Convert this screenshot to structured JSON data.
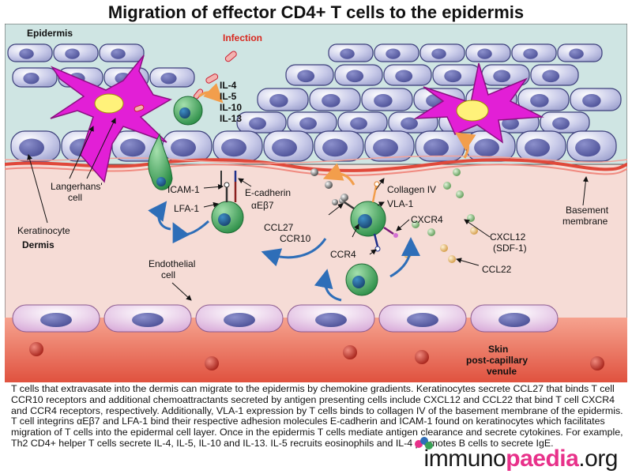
{
  "title": "Migration of effector CD4+ T cells to the epidermis",
  "labels": {
    "epidermis": "Epidermis",
    "infection": "Infection",
    "il4": "IL-4",
    "il5": "IL-5",
    "il10": "IL-10",
    "il13": "IL-13",
    "langerhans_line1": "Langerhans'",
    "langerhans_line2": "cell",
    "icam1": "ICAM-1",
    "lfa1": "LFA-1",
    "ecadherin": "E-cadherin",
    "ab7": "αEβ7",
    "collagen": "Collagen IV",
    "vla1": "VLA-1",
    "ccl27": "CCL27",
    "ccr10": "CCR10",
    "cxcr4": "CXCR4",
    "ccr4": "CCR4",
    "cxcl12_line1": "CXCL12",
    "cxcl12_line2": "(SDF-1)",
    "ccl22": "CCL22",
    "basement_line1": "Basement",
    "basement_line2": "membrane",
    "keratinocyte": "Keratinocyte",
    "dermis": "Dermis",
    "endothelial_line1": "Endothelial",
    "endothelial_line2": "cell",
    "skin_line1": "Skin",
    "skin_line2": "post-capillary",
    "skin_line3": "venule"
  },
  "caption": "T cells that extravasate into the dermis can migrate to the epidermis by chemokine gradients. Keratinocytes secrete CCL27 that binds T cell CCR10 receptors and additional chemoattractants secreted by antigen presenting cells include CXCL12 and CCL22 that bind T cell CXCR4 and CCR4 receptors, respectively. Additionally, VLA-1 expression by T cells binds to collagen IV of the basement membrane of the epidermis. T cell integrins αEβ7 and LFA-1 bind their respective adhesion molecules E-cadherin and ICAM-1 found on keratinocytes which facilitates migration of T cells into the epidermal cell layer. Once in the epidermis T cells mediate antigen clearance and secrete cytokines. For example, Th2 CD4+ helper T cells secrete IL-4, IL-5, IL-10 and IL-13. IL-5 recruits eosinophils and IL-4 promotes B cells to secrete IgE.",
  "logo": {
    "part1": "immuno",
    "part2": "paedia",
    "part3": ".org"
  },
  "colors": {
    "epidermis_bg": "#cfe5e3",
    "dermis_bg": "#f6dcd6",
    "keratinocyte": "#cfd0ec",
    "nucleus": "#5f63a8",
    "langerhans": "#e21fd6",
    "t_cell": "#3aa257",
    "t_cell_nucleus": "#1f5c8c",
    "endothelial": "#e7c2e6",
    "venule": "#ee7a6e",
    "red_cell": "#c8362a",
    "arrow_blue": "#2e6eb8",
    "arrow_orange": "#f29e4c"
  }
}
